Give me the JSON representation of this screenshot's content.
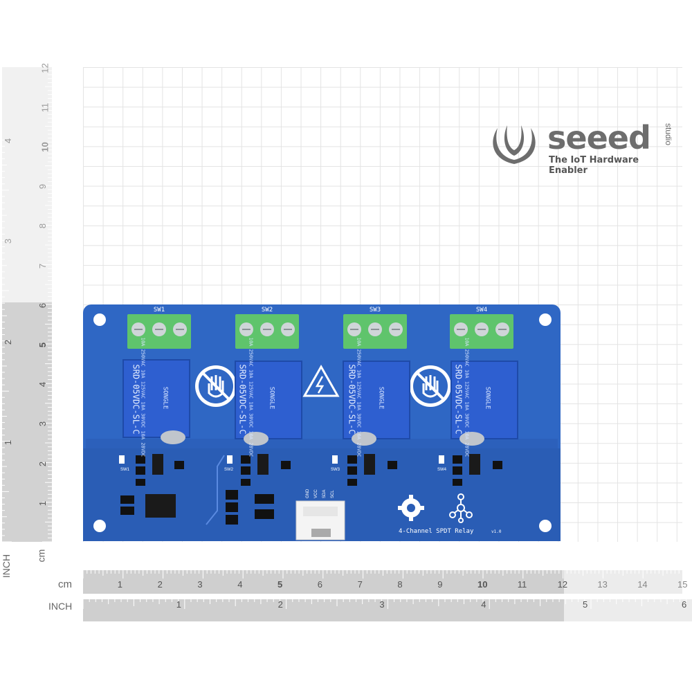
{
  "logo": {
    "brand": "seeed",
    "studio": "studio",
    "tagline": "The IoT Hardware Enabler"
  },
  "board": {
    "name": "4-Channel SPDT Relay",
    "version": "v1.0",
    "terminal_labels": [
      "SW1",
      "SW2",
      "SW3",
      "SW4"
    ],
    "led_labels": [
      "SW1",
      "SW2",
      "SW3",
      "SW4"
    ],
    "connector_pins": [
      "GND",
      "VCC",
      "SDA",
      "SCL"
    ],
    "relay_model": "SRD-05VDC-SL-C",
    "relay_brand": "SONGLE",
    "relay_ratings": "10A 250VAC  10A 125VAC  10A 30VDC  10A 28VDC",
    "colors": {
      "pcb": "#2f67c4",
      "terminal": "#5fc46c",
      "relay": "#2e5fd0"
    }
  },
  "rulers": {
    "bottom_cm_unit": "cm",
    "bottom_cm_ticks": [
      "1",
      "2",
      "3",
      "4",
      "5",
      "6",
      "7",
      "8",
      "9",
      "10",
      "11",
      "12",
      "13",
      "14",
      "15"
    ],
    "bottom_inch_unit": "INCH",
    "bottom_inch_ticks": [
      "1",
      "2",
      "3",
      "4",
      "5",
      "6"
    ],
    "left_cm_ticks": [
      "1",
      "2",
      "3",
      "4",
      "5",
      "6",
      "7",
      "8",
      "9",
      "10",
      "11",
      "12"
    ],
    "left_inch_ticks": [
      "1",
      "2",
      "3",
      "4"
    ],
    "left_inch_unit": "INCH",
    "left_cm_unit": "cm"
  }
}
